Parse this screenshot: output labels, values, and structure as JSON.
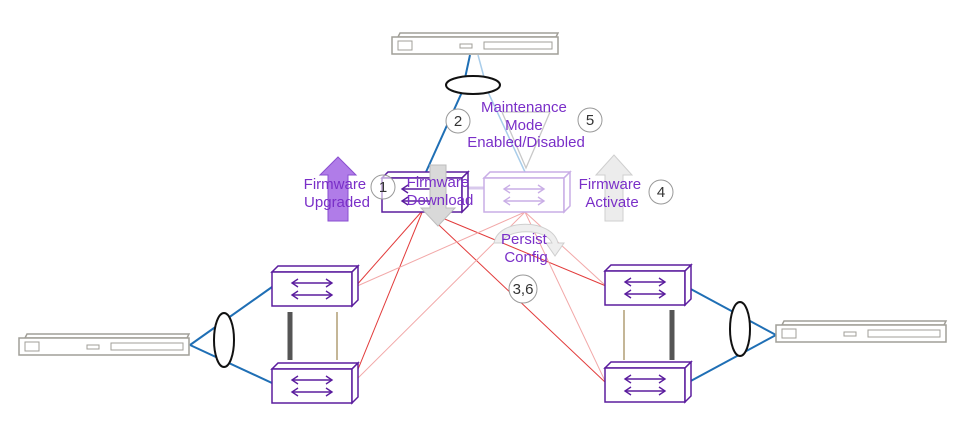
{
  "labels": {
    "firmware_upgraded": [
      "Firmware",
      "Upgraded"
    ],
    "firmware_download": [
      "Firmware",
      "Download"
    ],
    "maintenance_mode": [
      "Maintenance",
      "Mode",
      "Enabled/Disabled"
    ],
    "firmware_activate": [
      "Firmware",
      "Activate"
    ],
    "persist_config": [
      "Persist",
      "Config"
    ]
  },
  "steps": {
    "step_1": "1",
    "step_2": "2",
    "step_4": "4",
    "step_5": "5",
    "step_3_6": "3,6"
  },
  "colors": {
    "switch_outline": "#5b1d9e",
    "switch_faded": "#c9aee6",
    "label_text": "#7a2fc8",
    "server_outline": "#a19f98",
    "uplink_blue": "#1f6fb5",
    "mesh_red": "#e23b3b",
    "mesh_red_light": "#f2a8a8",
    "isc_dark": "#555555",
    "isc_brown": "#8a6d2f",
    "arrow_purple": "#b07ce8",
    "arrow_gray": "#d4d4d4"
  }
}
